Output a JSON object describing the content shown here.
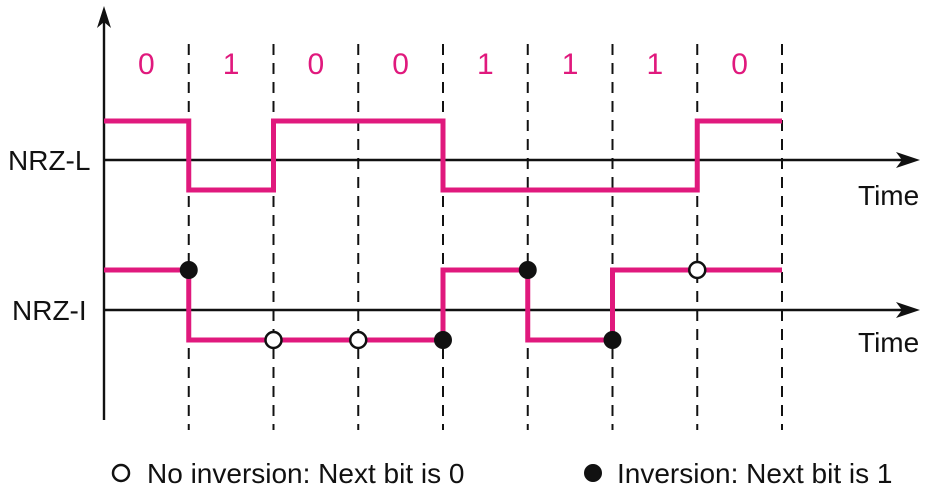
{
  "colors": {
    "signal": "#e0197d",
    "axis": "#111111"
  },
  "bits": [
    "0",
    "1",
    "0",
    "0",
    "1",
    "1",
    "1",
    "0"
  ],
  "signals": [
    {
      "name": "NRZ-L",
      "time_label": "Time",
      "levels": [
        1,
        -1,
        1,
        1,
        -1,
        -1,
        -1,
        1
      ]
    },
    {
      "name": "NRZ-I",
      "time_label": "Time",
      "levels": [
        1,
        -1,
        -1,
        -1,
        1,
        -1,
        1,
        1
      ],
      "markers": [
        {
          "boundary": 1,
          "type": "inversion"
        },
        {
          "boundary": 2,
          "type": "no-inversion"
        },
        {
          "boundary": 3,
          "type": "no-inversion"
        },
        {
          "boundary": 4,
          "type": "inversion"
        },
        {
          "boundary": 5,
          "type": "inversion"
        },
        {
          "boundary": 6,
          "type": "inversion"
        },
        {
          "boundary": 7,
          "type": "no-inversion"
        }
      ]
    }
  ],
  "legend": {
    "no_inversion": "No inversion: Next bit is 0",
    "inversion": "Inversion: Next bit is 1"
  }
}
